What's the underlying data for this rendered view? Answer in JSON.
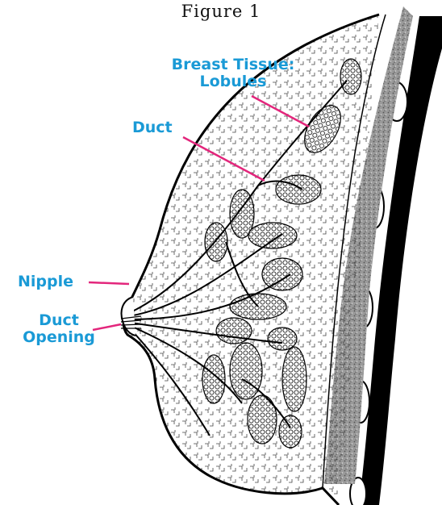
{
  "figure": {
    "title": "Figure 1"
  },
  "labels": {
    "breast_tissue_lobules": [
      "Breast Tissue:",
      "Lobules"
    ],
    "duct": "Duct",
    "nipple": "Nipple",
    "duct_opening": [
      "Duct",
      "Opening"
    ]
  },
  "colors": {
    "label_text": "#1a9ad6",
    "leader_line": "#e3267c",
    "outline": "#000000",
    "muscle_shade": "#8a8a8a",
    "background": "#ffffff"
  }
}
